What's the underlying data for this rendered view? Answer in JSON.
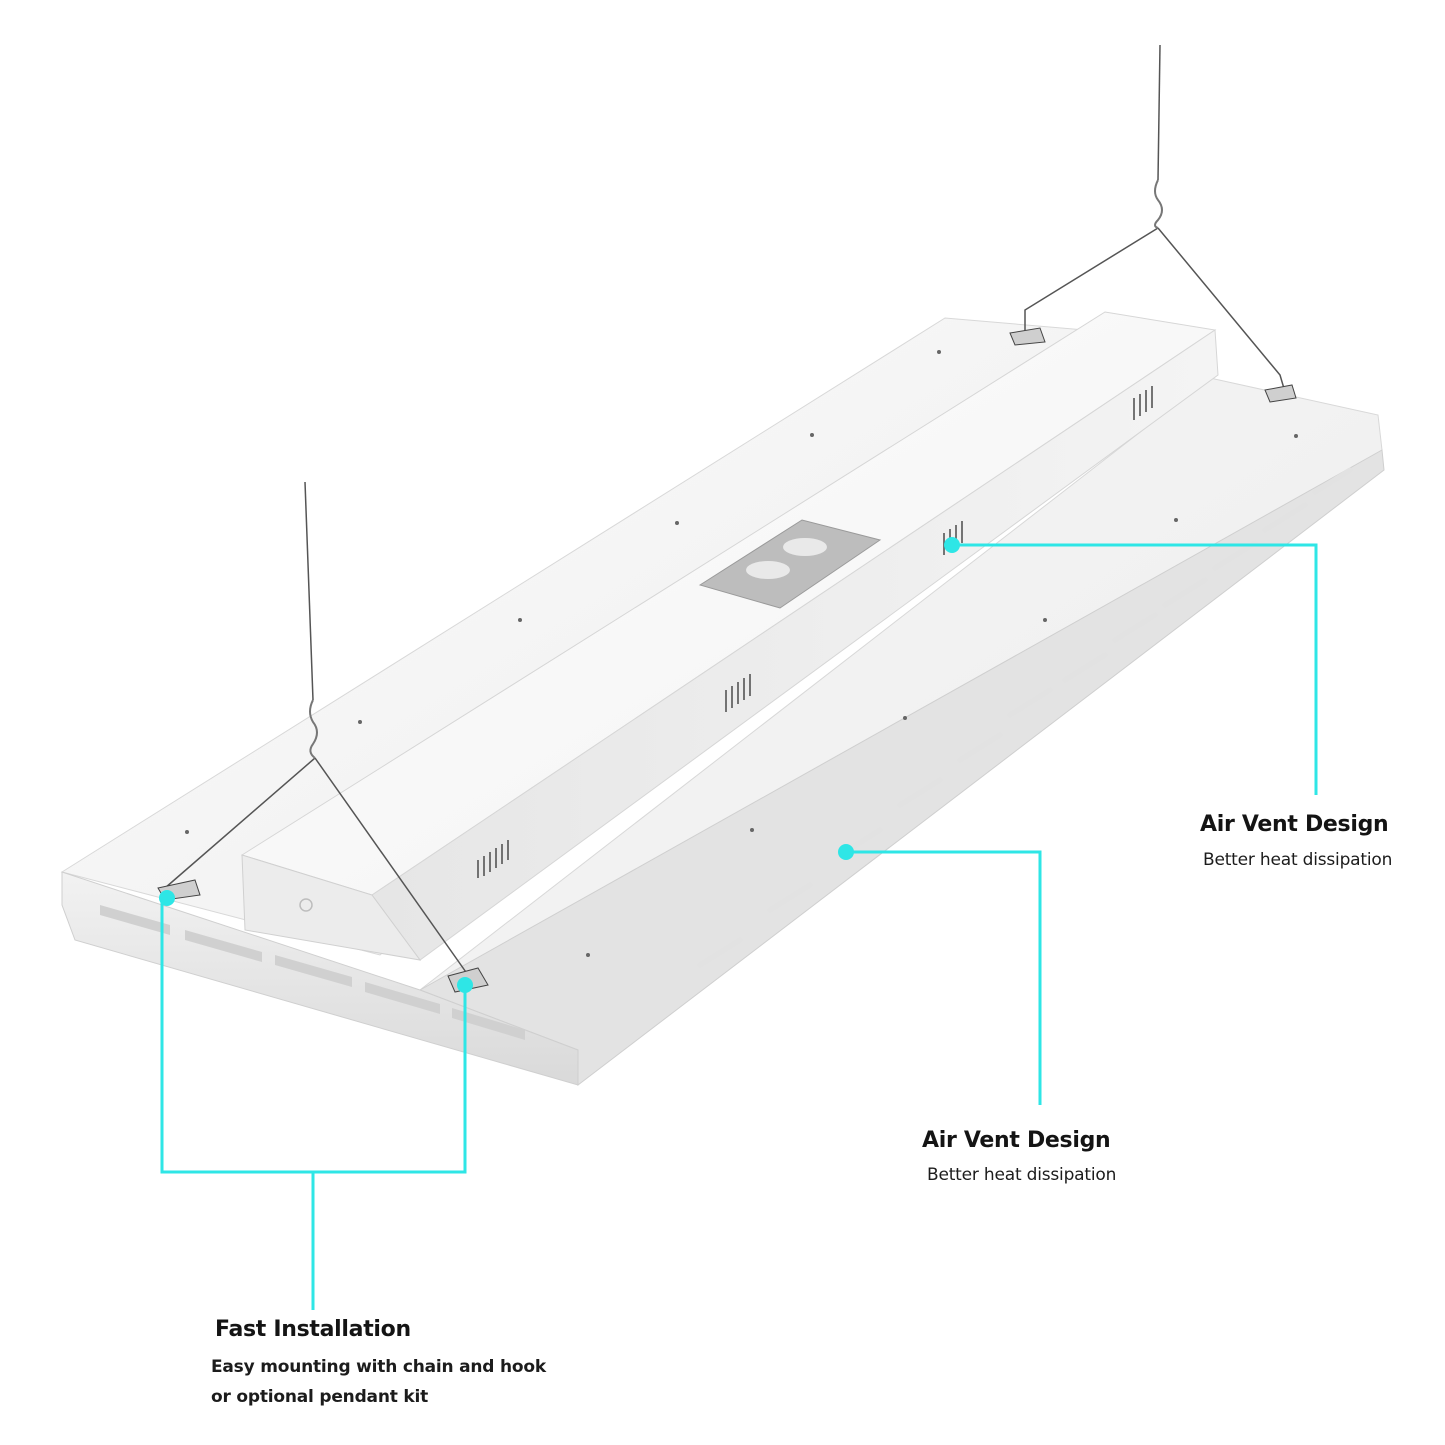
{
  "accent_color": "#2ee6e6",
  "callouts": {
    "air_vent_top": {
      "title": "Air Vent Design",
      "description": "Better heat dissipation"
    },
    "air_vent_middle": {
      "title": "Air Vent Design",
      "description": "Better heat dissipation"
    },
    "fast_installation": {
      "title": "Fast Installation",
      "description_line1": "Easy mounting with chain and hook",
      "description_line2": "or optional pendant kit"
    }
  }
}
